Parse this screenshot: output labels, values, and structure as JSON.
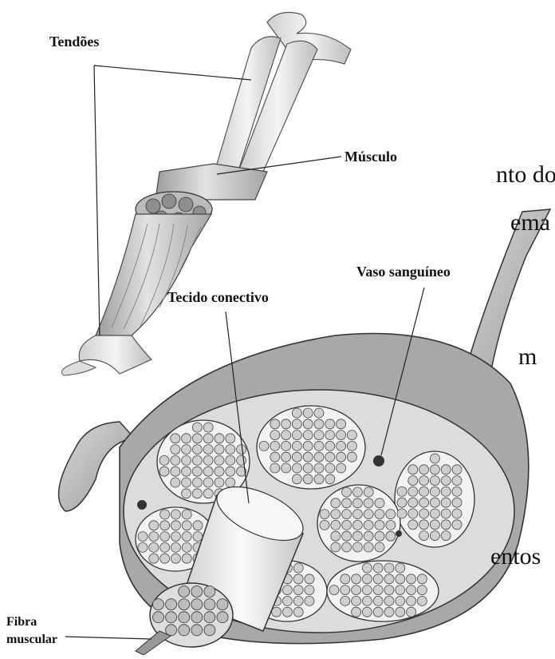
{
  "labels": {
    "tendons": "Tendões",
    "muscle": "Músculo",
    "blood_vessel": "Vaso sanguíneo",
    "connective_tissue": "Tecido conectivo",
    "muscle_fiber_line1": "Fibra",
    "muscle_fiber_line2": "muscular"
  },
  "partial_text": {
    "line1": "nto do",
    "line2": "ema",
    "line3": "m",
    "line4": "entos"
  },
  "colors": {
    "ink": "#1a1a1a",
    "tissue_light": "#e6e6e6",
    "tissue_mid": "#bdbdbd",
    "tissue_dark": "#8a8a8a",
    "fiber_fill": "#cfcfcf"
  }
}
